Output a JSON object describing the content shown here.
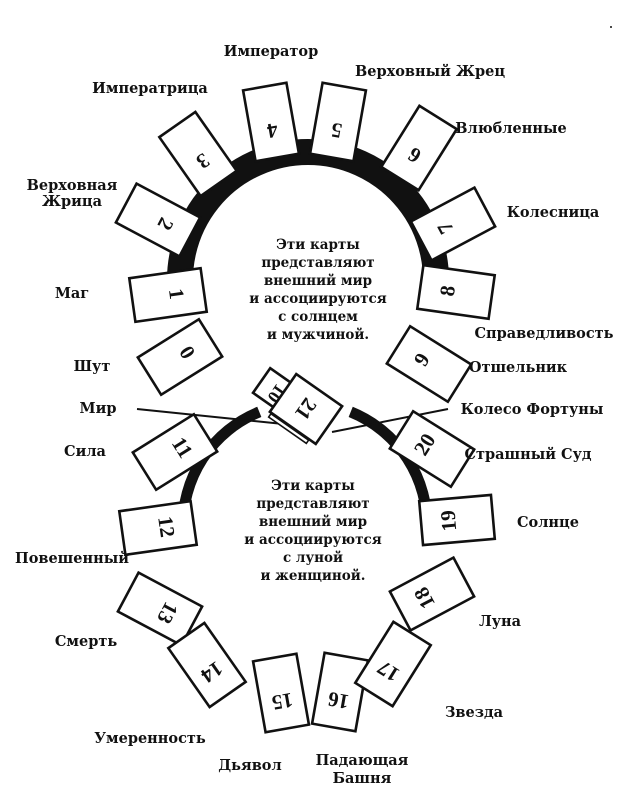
{
  "title": "Major Arcana circle diagram",
  "colors": {
    "ink": "#111111",
    "paper": "#ffffff"
  },
  "upper_circle": {
    "caption_lines": [
      "Эти карты",
      "представляют",
      "внешний мир",
      "и ассоциируются",
      "с солнцем",
      "и мужчиной."
    ],
    "cards": [
      {
        "number": "0",
        "label": [
          "Шут"
        ]
      },
      {
        "number": "1",
        "label": [
          "Маг"
        ]
      },
      {
        "number": "2",
        "label": [
          "Верховная",
          "Жрица"
        ]
      },
      {
        "number": "3",
        "label": [
          "Императрица"
        ]
      },
      {
        "number": "4",
        "label": [
          "Император"
        ]
      },
      {
        "number": "5",
        "label": [
          "Верховный Жрец"
        ]
      },
      {
        "number": "6",
        "label": [
          "Влюбленные"
        ]
      },
      {
        "number": "7",
        "label": [
          "Колесница"
        ]
      },
      {
        "number": "8",
        "label": [
          "Справедливость"
        ]
      },
      {
        "number": "9",
        "label": [
          "Отшельник"
        ]
      },
      {
        "number": "10",
        "label": [
          "Колесо Фортуны"
        ]
      }
    ]
  },
  "lower_circle": {
    "caption_lines": [
      "Эти карты",
      "представляют",
      "внешний мир",
      "и ассоциируются",
      "с луной",
      "и женщиной."
    ],
    "cards": [
      {
        "number": "11",
        "label": [
          "Сила"
        ]
      },
      {
        "number": "12",
        "label": [
          "Повешенный"
        ]
      },
      {
        "number": "13",
        "label": [
          "Смерть"
        ]
      },
      {
        "number": "14",
        "label": [
          "Умеренность"
        ]
      },
      {
        "number": "15",
        "label": [
          "Дьявол"
        ]
      },
      {
        "number": "16",
        "label": [
          "Падающая",
          "Башня"
        ]
      },
      {
        "number": "17",
        "label": [
          "Звезда"
        ]
      },
      {
        "number": "18",
        "label": [
          "Луна"
        ]
      },
      {
        "number": "19",
        "label": [
          "Солнце"
        ]
      },
      {
        "number": "20",
        "label": [
          "Страшный Суд"
        ]
      },
      {
        "number": "21",
        "label": [
          "Мир"
        ]
      }
    ]
  }
}
